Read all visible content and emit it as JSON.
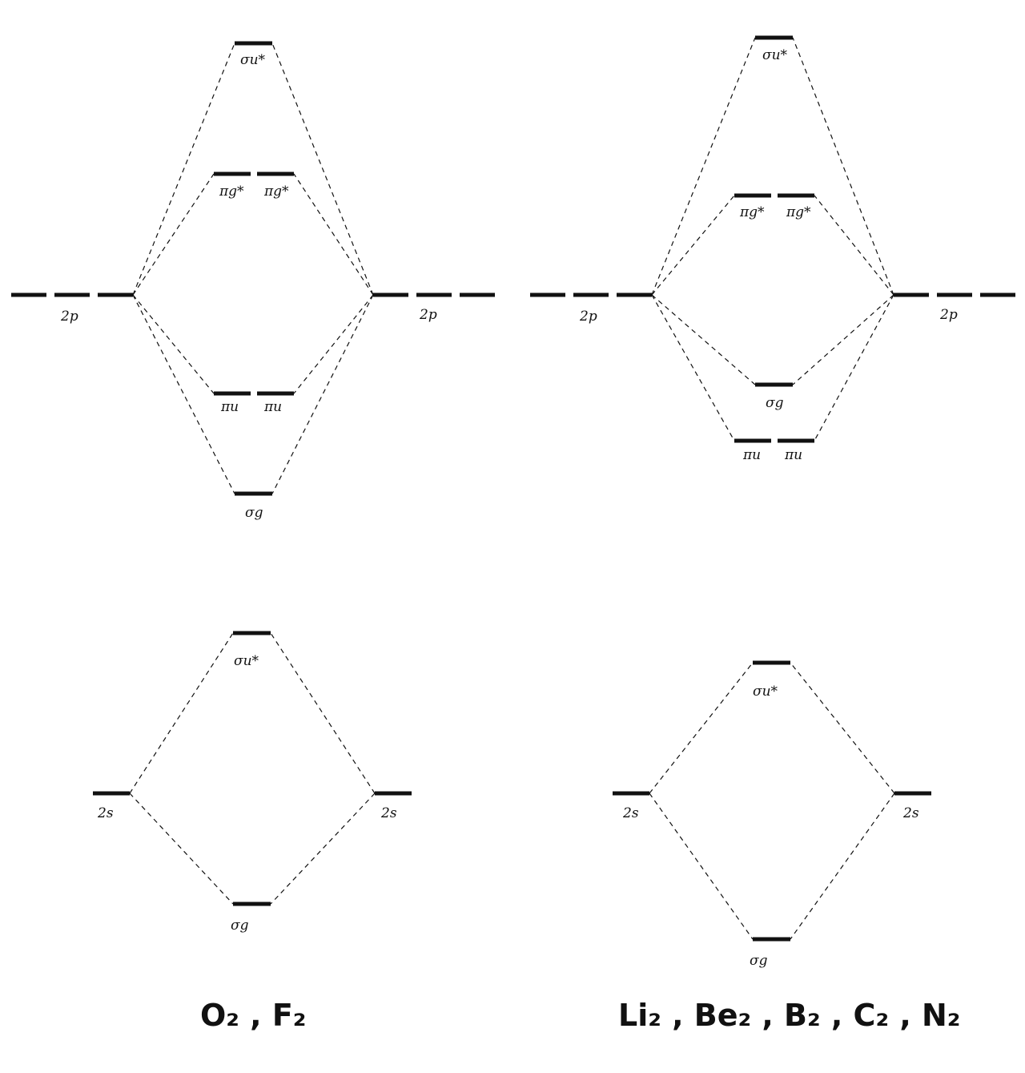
{
  "left_diagram": {
    "caption": "O₂ , F₂",
    "ao_2p_left": "2p",
    "ao_2p_right": "2p",
    "ao_2s_left": "2s",
    "ao_2s_right": "2s",
    "sigma_u_star_2p": "σu*",
    "pi_g_star_1": "πg*",
    "pi_g_star_2": "πg*",
    "pi_u_1": "πu",
    "pi_u_2": "πu",
    "sigma_g_2p": "σg",
    "sigma_u_star_2s": "σu*",
    "sigma_g_2s": "σg"
  },
  "right_diagram": {
    "caption": "Li₂ , Be₂ , B₂ , C₂ , N₂",
    "ao_2p_left": "2p",
    "ao_2p_right": "2p",
    "ao_2s_left": "2s",
    "ao_2s_right": "2s",
    "sigma_u_star_2p": "σu*",
    "pi_g_star_1": "πg*",
    "pi_g_star_2": "πg*",
    "sigma_g_2p": "σg",
    "pi_u_1": "πu",
    "pi_u_2": "πu",
    "sigma_u_star_2s": "σu*",
    "sigma_g_2s": "σg"
  }
}
